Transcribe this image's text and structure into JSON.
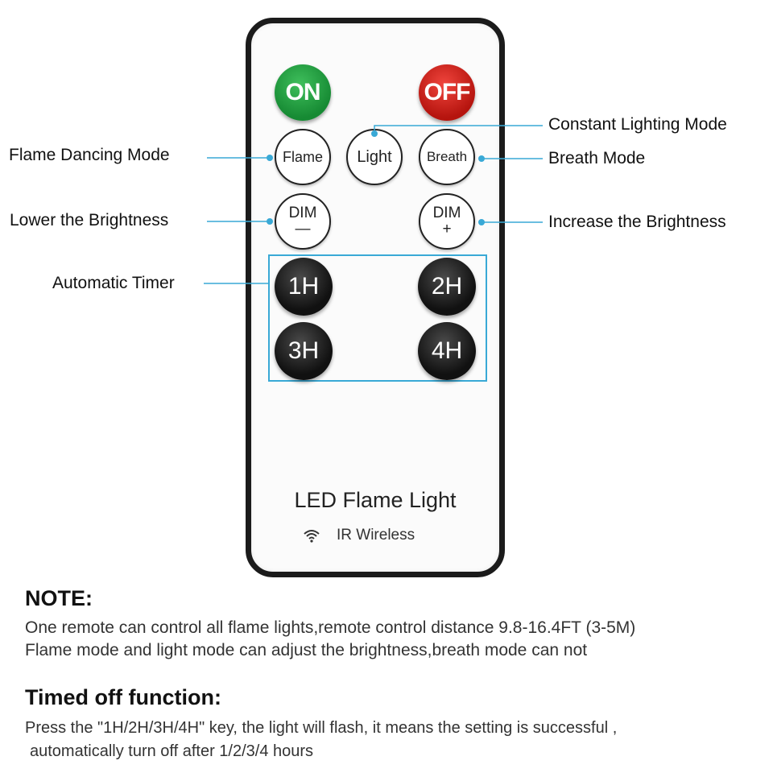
{
  "remote": {
    "buttons": {
      "on": "ON",
      "off": "OFF",
      "flame": "Flame",
      "light": "Light",
      "breath": "Breath",
      "dim_minus_top": "DIM",
      "dim_minus_bottom": "—",
      "dim_plus_top": "DIM",
      "dim_plus_bottom": "+",
      "t1": "1H",
      "t2": "2H",
      "t3": "3H",
      "t4": "4H"
    },
    "brand": "LED Flame Light",
    "wireless": "IR Wireless",
    "wireless_icon": "wifi-icon"
  },
  "callouts": {
    "flame": "Flame Dancing Mode",
    "light": "Constant Lighting Mode",
    "breath": "Breath Mode",
    "dim_minus": "Lower the Brightness",
    "dim_plus": "Increase the Brightness",
    "timer": "Automatic Timer"
  },
  "note": {
    "heading": "NOTE:",
    "line1": "One remote can control all flame lights,remote control distance 9.8-16.4FT (3-5M)",
    "line2": "Flame mode and light mode can adjust the brightness,breath mode can not"
  },
  "timed": {
    "heading": "Timed off function:",
    "line1": "Press the \"1H/2H/3H/4H\" key, the light will flash, it means the setting is successful ,",
    "line2": "automatically turn off after 1/2/3/4 hours"
  },
  "colors": {
    "accent": "#39a9d6",
    "on": "#1e9a3c",
    "off": "#d01d16"
  }
}
